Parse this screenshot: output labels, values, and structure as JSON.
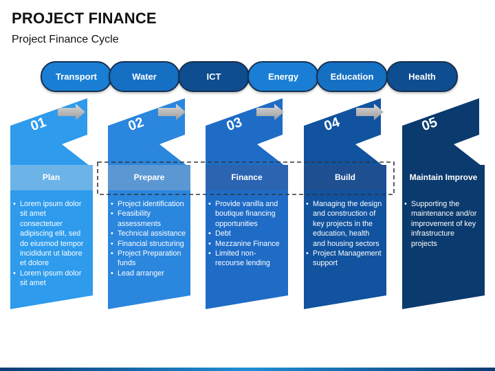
{
  "header": {
    "title": "PROJECT FINANCE",
    "subtitle": "Project Finance Cycle"
  },
  "sectors": [
    {
      "label": "Transport",
      "color": "#1a7fd4"
    },
    {
      "label": "Water",
      "color": "#1570c4"
    },
    {
      "label": "ICT",
      "color": "#0e4d8f"
    },
    {
      "label": "Energy",
      "color": "#1a7fd4"
    },
    {
      "label": "Education",
      "color": "#1570c4"
    },
    {
      "label": "Health",
      "color": "#0e4d8f"
    }
  ],
  "stages": [
    {
      "number": "01",
      "name": "Plan",
      "color": "#2e9bec",
      "label_band_color": "#6cb4e8",
      "items": [
        "Lorem ipsum dolor sit amet consectetuer adipiscing elit, sed do eiusmod tempor incididunt ut labore et dolore",
        "Lorem ipsum dolor sit amet"
      ]
    },
    {
      "number": "02",
      "name": "Prepare",
      "color": "#2b86de",
      "label_band_color": "#5b98d3",
      "items": [
        "Project identification",
        "Feasibility assessments",
        "Technical assistance",
        "Financial structuring",
        "Project Preparation funds",
        "Lead arranger"
      ]
    },
    {
      "number": "03",
      "name": "Finance",
      "color": "#1f6cc7",
      "label_band_color": "#2b65b1",
      "items": [
        "Provide vanilla and boutique financing opportunities",
        "Debt",
        "Mezzanine Finance",
        "Limited non-recourse lending"
      ]
    },
    {
      "number": "04",
      "name": "Build",
      "color": "#11539f",
      "label_band_color": "#1d4f91",
      "items": [
        "Managing the design and construction of key projects in the education, health and housing sectors",
        "Project Management support"
      ]
    },
    {
      "number": "05",
      "name": "Maintain Improve",
      "color": "#0b3a6e",
      "label_band_color": "#0b3a6e",
      "items": [
        "Supporting the maintenance and/or improvement of key infrastructure projects"
      ]
    }
  ],
  "arrow_color": "#b5b5b5",
  "highlight_border_color": "#333333"
}
